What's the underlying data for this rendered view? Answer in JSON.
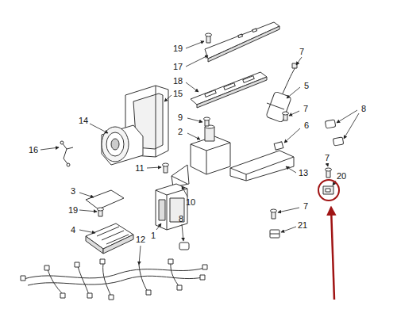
{
  "diagram": {
    "labels": [
      "19",
      "17",
      "7",
      "18",
      "5",
      "15",
      "14",
      "9",
      "7",
      "8",
      "2",
      "6",
      "16",
      "7",
      "11",
      "13",
      "20",
      "3",
      "10",
      "7",
      "19",
      "1",
      "8",
      "4",
      "21",
      "12"
    ]
  }
}
